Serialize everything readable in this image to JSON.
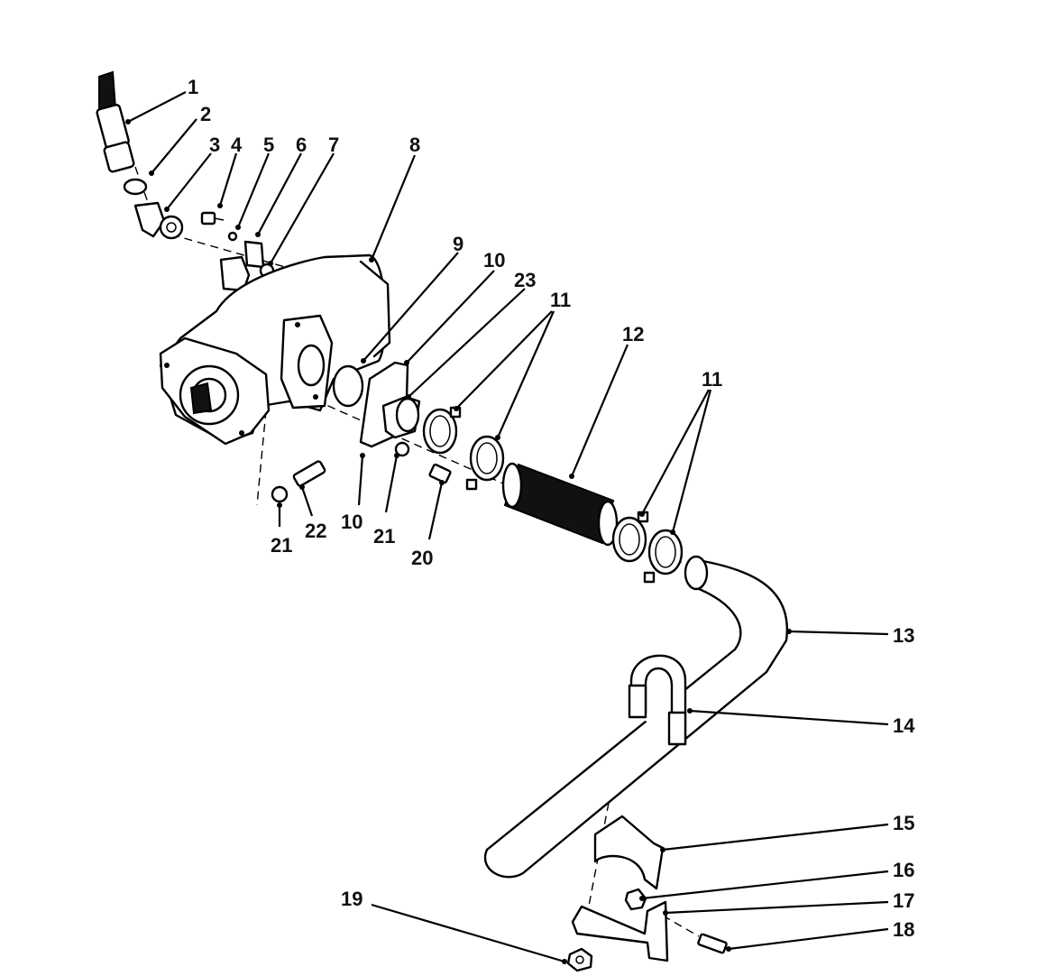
{
  "callouts": [
    {
      "id": "c1",
      "text": "1"
    },
    {
      "id": "c2",
      "text": "2"
    },
    {
      "id": "c3",
      "text": "3"
    },
    {
      "id": "c4",
      "text": "4"
    },
    {
      "id": "c5",
      "text": "5"
    },
    {
      "id": "c6",
      "text": "6"
    },
    {
      "id": "c7",
      "text": "7"
    },
    {
      "id": "c8",
      "text": "8"
    },
    {
      "id": "c9",
      "text": "9"
    },
    {
      "id": "c10a",
      "text": "10"
    },
    {
      "id": "c23",
      "text": "23"
    },
    {
      "id": "c11a",
      "text": "11"
    },
    {
      "id": "c12",
      "text": "12"
    },
    {
      "id": "c11b",
      "text": "11"
    },
    {
      "id": "c13",
      "text": "13"
    },
    {
      "id": "c14",
      "text": "14"
    },
    {
      "id": "c15",
      "text": "15"
    },
    {
      "id": "c16",
      "text": "16"
    },
    {
      "id": "c17",
      "text": "17"
    },
    {
      "id": "c18",
      "text": "18"
    },
    {
      "id": "c19",
      "text": "19"
    },
    {
      "id": "c20",
      "text": "20"
    },
    {
      "id": "c21a",
      "text": "21"
    },
    {
      "id": "c10b",
      "text": "10"
    },
    {
      "id": "c21b",
      "text": "21"
    },
    {
      "id": "c22",
      "text": "22"
    }
  ]
}
